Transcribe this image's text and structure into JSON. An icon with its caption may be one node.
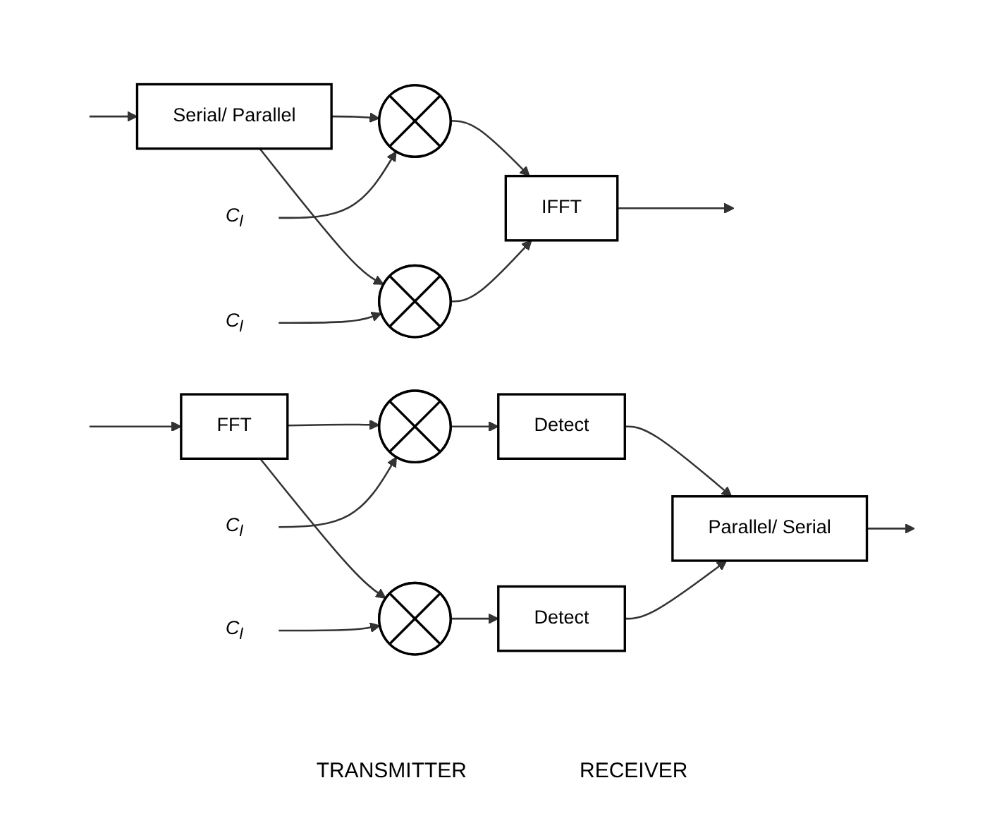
{
  "diagram": {
    "nodes": [
      {
        "text": [
          "Serial/ Parallel"
        ]
      },
      {
        "text": [
          "C$_{l}$"
        ]
      },
      {
        "text": [],
        "shape": "circle"
      },
      {
        "text": [
          "C$_{l}$"
        ]
      },
      {
        "text": [],
        "shape": "circle"
      },
      {
        "text": [
          "IFFT"
        ]
      },
      {
        "text": [
          "FFT"
        ]
      },
      {
        "text": [
          "C$_{l}$"
        ]
      },
      {
        "text": [],
        "shape": "circle"
      },
      {
        "text": [
          "C$_{l}$"
        ]
      },
      {
        "text": [],
        "shape": "circle"
      },
      {
        "text": [
          "Detect"
        ]
      },
      {
        "text": [
          "Detect"
        ]
      },
      {
        "text": [
          "Parallel/ Serial"
        ]
      }
    ],
    "edges": [
      {
        "from": null,
        "to": 0,
        "arrow": "to"
      },
      {
        "from": 0,
        "to": 2,
        "arrow": "to"
      },
      {
        "from": 1,
        "to": 2,
        "arrow": "to"
      },
      {
        "from": 2,
        "to": 5,
        "arrow": "to"
      },
      {
        "from": 0,
        "to": 4,
        "arrow": "to"
      },
      {
        "from": 3,
        "to": 4,
        "arrow": "to"
      },
      {
        "from": 4,
        "to": 5,
        "arrow": "to"
      },
      {
        "from": 5,
        "to": null,
        "arrow": "to"
      },
      {
        "from": null,
        "to": 6,
        "arrow": "to"
      },
      {
        "from": 6,
        "to": 8,
        "arrow": "to"
      },
      {
        "from": 7,
        "to": 8,
        "arrow": "to"
      },
      {
        "from": 8,
        "to": 11,
        "arrow": "to"
      },
      {
        "from": 11,
        "to": 13,
        "arrow": "to"
      },
      {
        "from": 6,
        "to": 10,
        "arrow": "to"
      },
      {
        "from": 9,
        "to": 10,
        "arrow": "to"
      },
      {
        "from": 10,
        "to": 12,
        "arrow": "to"
      },
      {
        "from": 12,
        "to": 13,
        "arrow": "to"
      },
      {
        "from": 13,
        "to": null,
        "arrow": "to"
      }
    ],
    "labels": [
      "TRANSMITTER",
      "RECEIVER"
    ]
  }
}
